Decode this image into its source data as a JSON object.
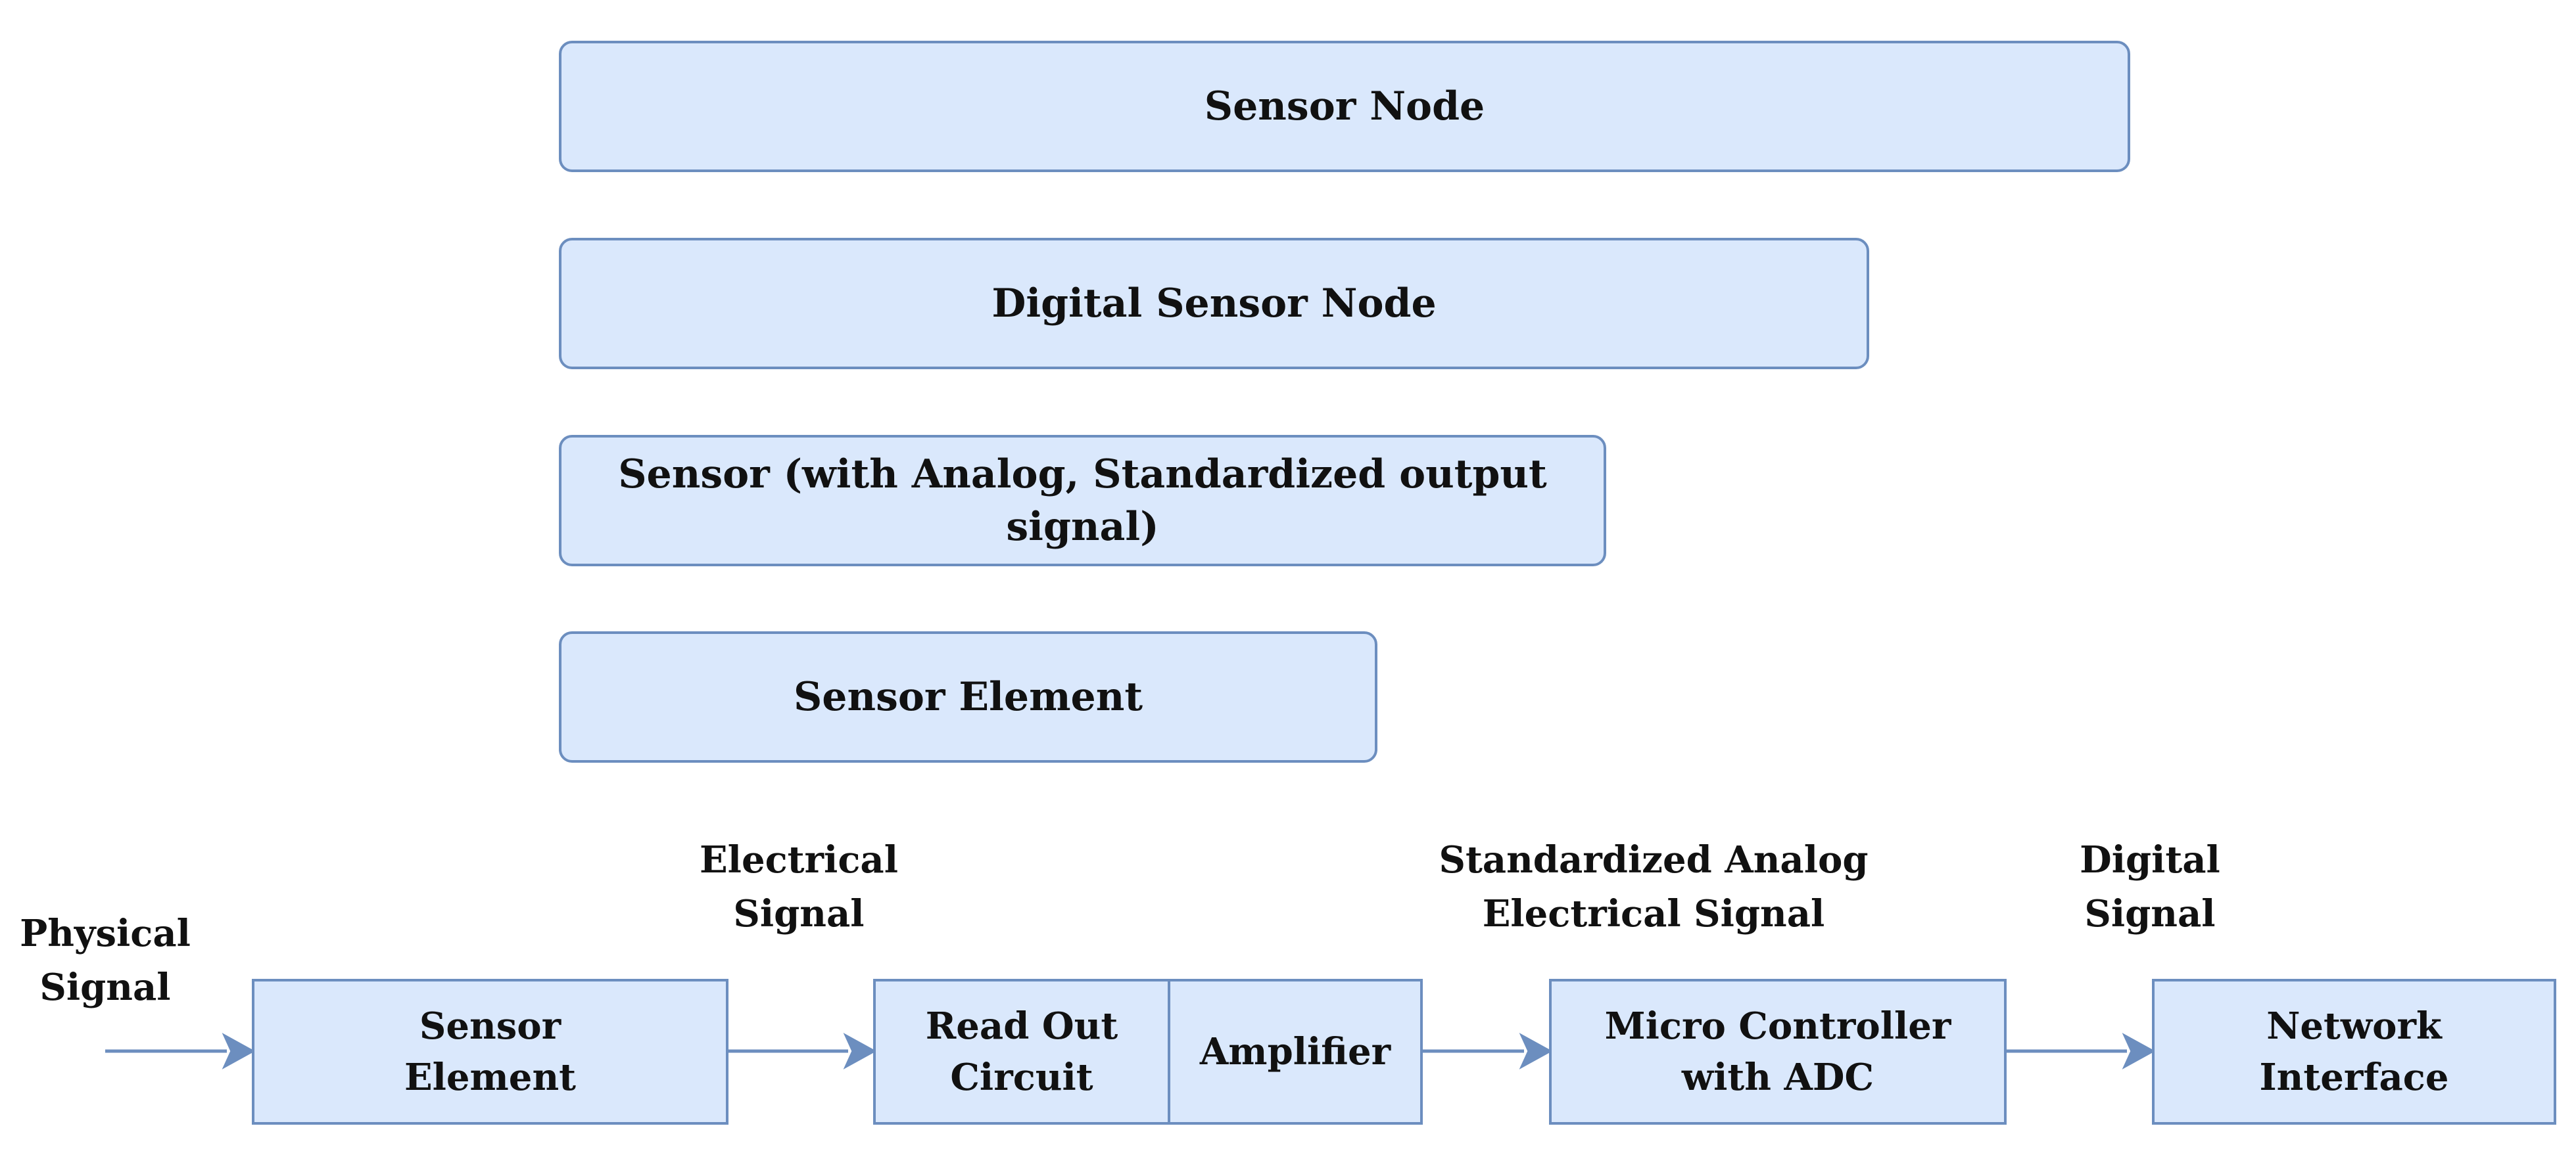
{
  "hierarchy": [
    {
      "id": "sensor-node",
      "label": "Sensor Node"
    },
    {
      "id": "digital-sensor-node",
      "label": "Digital Sensor Node"
    },
    {
      "id": "sensor-analog",
      "label": "Sensor (with Analog, Standardized output signal)"
    },
    {
      "id": "sensor-element",
      "label": "Sensor Element"
    }
  ],
  "chain": {
    "blocks": [
      {
        "id": "sensor-element",
        "label": "Sensor\nElement"
      },
      {
        "id": "read-out-circuit",
        "label": "Read Out\nCircuit"
      },
      {
        "id": "amplifier",
        "label": "Amplifier"
      },
      {
        "id": "micro-controller",
        "label": "Micro Controller\nwith ADC"
      },
      {
        "id": "network-interface",
        "label": "Network\nInterface"
      }
    ],
    "signals": [
      {
        "id": "physical-signal",
        "label": "Physical\nSignal"
      },
      {
        "id": "electrical-signal",
        "label": "Electrical\nSignal"
      },
      {
        "id": "standardized-analog-signal",
        "label": "Standardized Analog\nElectrical Signal"
      },
      {
        "id": "digital-signal",
        "label": "Digital\nSignal"
      }
    ]
  },
  "colors": {
    "fill": "#dae8fc",
    "stroke": "#6c8ebf"
  }
}
